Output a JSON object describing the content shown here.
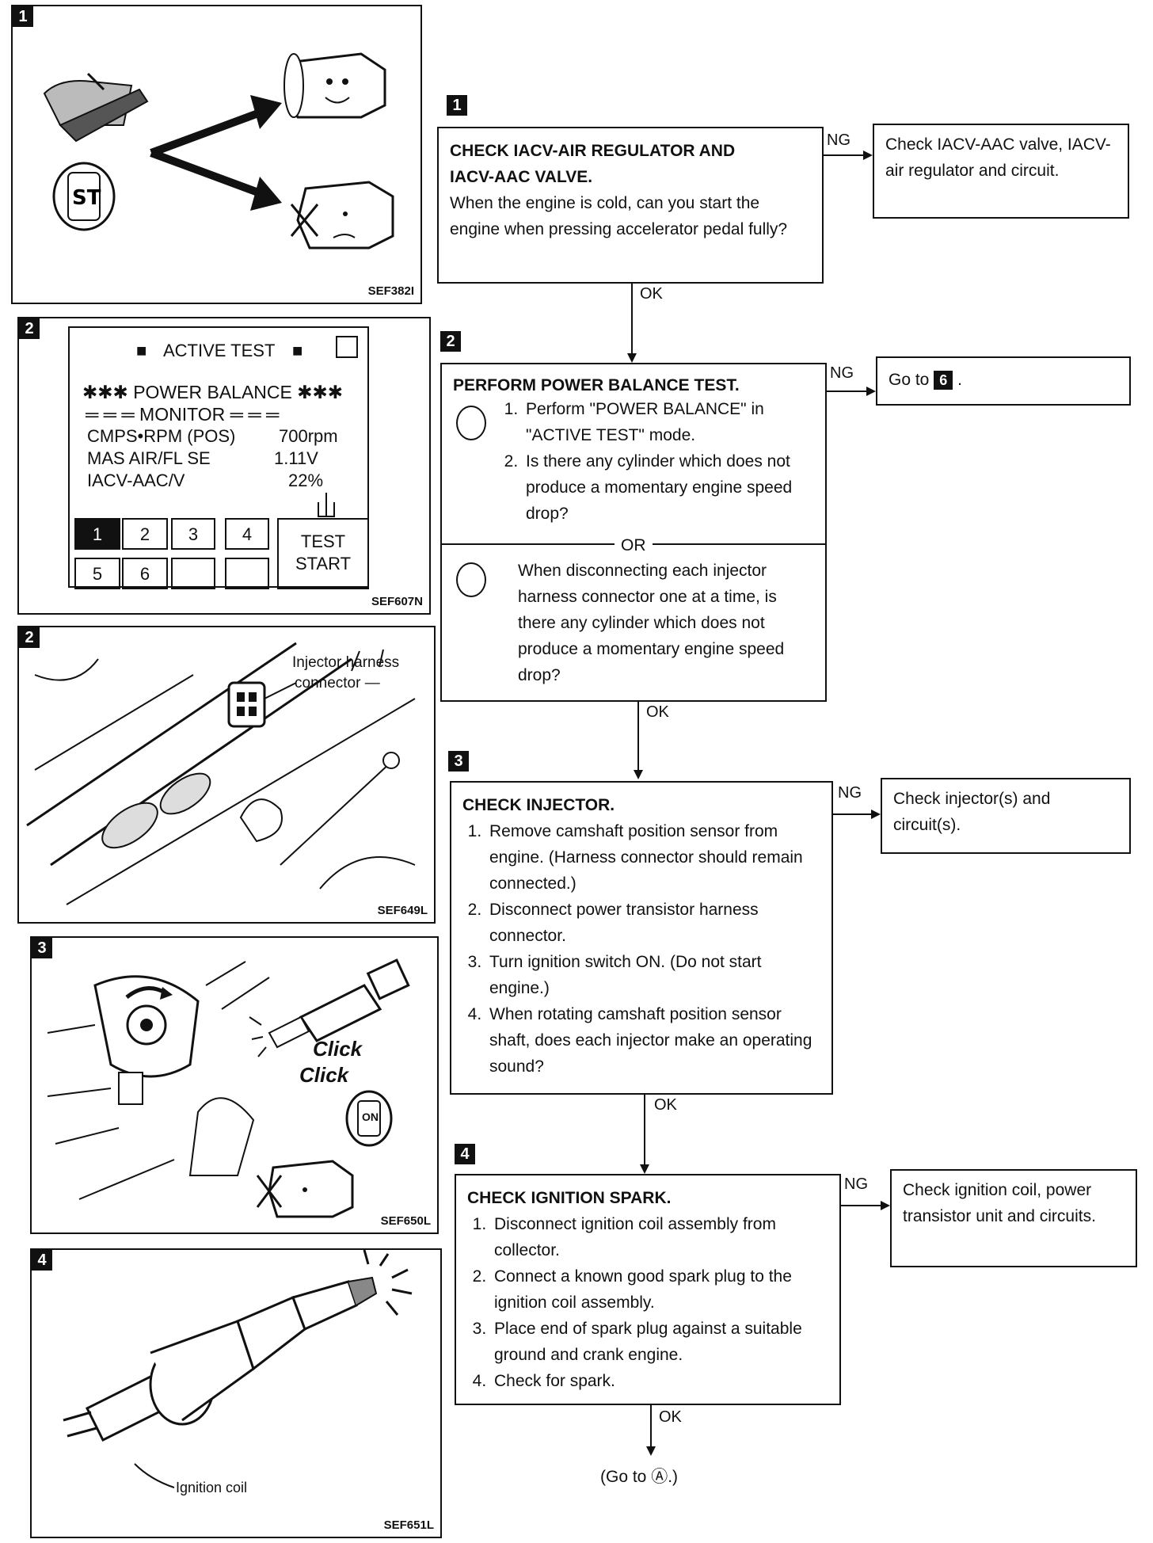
{
  "figures": {
    "fig1": {
      "number": "1",
      "code": "SEF382I"
    },
    "fig2": {
      "number": "2",
      "code": "SEF607N",
      "title": "ACTIVE TEST",
      "line1": "✱✱✱ POWER BALANCE ✱✱✱",
      "line2": "═ ═ ═ MONITOR ═ ═ ═",
      "rows": [
        {
          "label": "CMPS•RPM (POS)",
          "value": "700rpm"
        },
        {
          "label": "MAS AIR/FL SE",
          "value": "1.11V"
        },
        {
          "label": "IACV-AAC/V",
          "value": "22%"
        }
      ],
      "cylinders": [
        "1",
        "2",
        "3",
        "4",
        "5",
        "6"
      ],
      "test_btn_1": "TEST",
      "test_btn_2": "START"
    },
    "fig3": {
      "number": "2",
      "code": "SEF649L",
      "label1": "Injector harness",
      "label2": "connector —"
    },
    "fig4": {
      "number": "3",
      "code": "SEF650L",
      "click1": "Click",
      "click2": "Click",
      "on": "ON"
    },
    "fig5": {
      "number": "4",
      "code": "SEF651L",
      "label": "Ignition coil"
    }
  },
  "steps": [
    {
      "number": "1",
      "title1": "CHECK IACV-AIR REGULATOR AND",
      "title2": "IACV-AAC VALVE.",
      "body": "When the engine is cold, can you start the engine when pressing accelerator pedal fully?",
      "ng": "NG",
      "ng_text": "Check IACV-AAC valve, IACV-air regulator and circuit.",
      "ok": "OK"
    },
    {
      "number": "2",
      "title": "PERFORM POWER BALANCE TEST.",
      "items": [
        "Perform \"POWER BALANCE\" in \"ACTIVE TEST\" mode.",
        "Is there any cylinder which does not produce a momentary engine speed drop?"
      ],
      "or": "OR",
      "alt": "When disconnecting each injector harness connector one at a time, is there any cylinder which does not produce a momentary engine speed drop?",
      "ng": "NG",
      "ng_pre": "Go to",
      "ng_num": "6",
      "ng_post": ".",
      "ok": "OK"
    },
    {
      "number": "3",
      "title": "CHECK INJECTOR.",
      "items": [
        "Remove camshaft position sensor from engine. (Harness connector should remain connected.)",
        "Disconnect power transistor harness connector.",
        "Turn ignition switch ON. (Do not start engine.)",
        "When rotating camshaft position sensor shaft, does each injector make an operating sound?"
      ],
      "ng": "NG",
      "ng_text": "Check injector(s) and circuit(s).",
      "ok": "OK"
    },
    {
      "number": "4",
      "title": "CHECK IGNITION SPARK.",
      "items": [
        "Disconnect ignition coil assembly from collector.",
        "Connect a known good spark plug to the ignition coil assembly.",
        "Place end of spark plug against a suitable ground and crank engine.",
        "Check for spark."
      ],
      "ng": "NG",
      "ng_text": "Check ignition coil, power transistor unit and circuits.",
      "ok": "OK"
    }
  ],
  "end_text": "(Go to Ⓐ.)"
}
